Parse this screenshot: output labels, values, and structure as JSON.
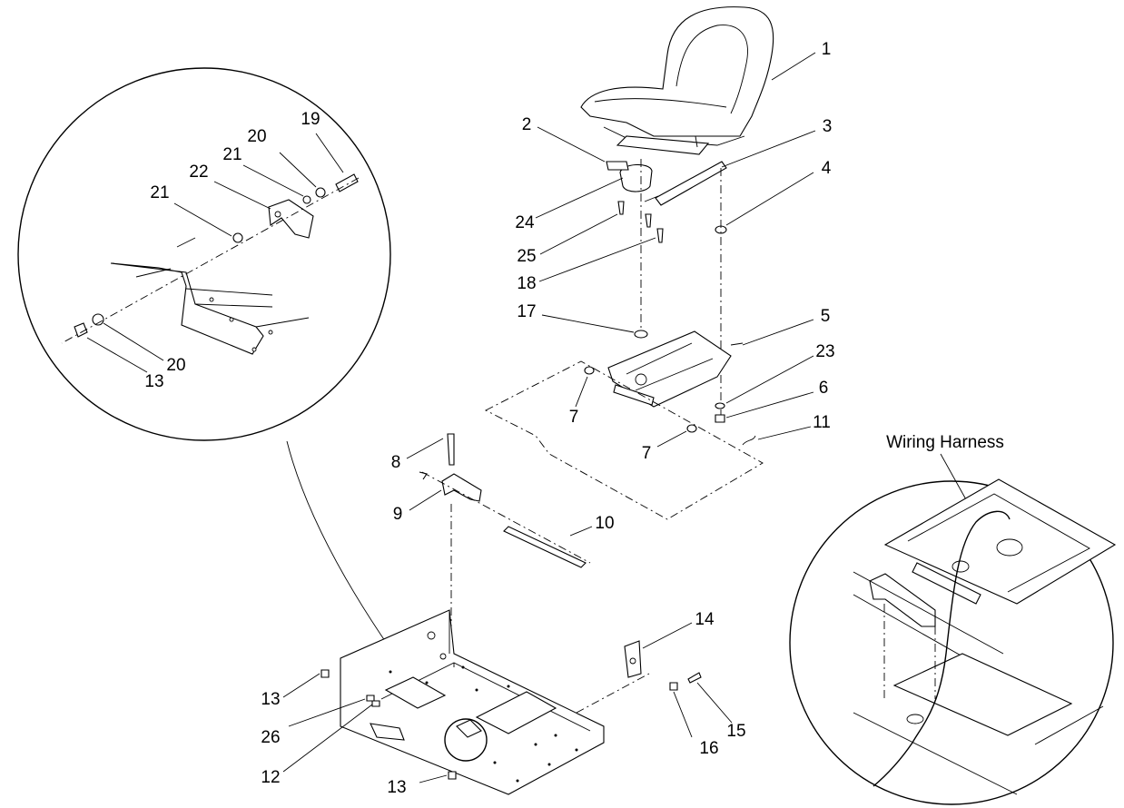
{
  "callouts": [
    {
      "id": "c1",
      "label": "1"
    },
    {
      "id": "c2",
      "label": "2"
    },
    {
      "id": "c3",
      "label": "3"
    },
    {
      "id": "c4",
      "label": "4"
    },
    {
      "id": "c24",
      "label": "24"
    },
    {
      "id": "c25",
      "label": "25"
    },
    {
      "id": "c18",
      "label": "18"
    },
    {
      "id": "c17",
      "label": "17"
    },
    {
      "id": "c5",
      "label": "5"
    },
    {
      "id": "c23",
      "label": "23"
    },
    {
      "id": "c6",
      "label": "6"
    },
    {
      "id": "c7a",
      "label": "7"
    },
    {
      "id": "c7b",
      "label": "7"
    },
    {
      "id": "c11",
      "label": "11"
    },
    {
      "id": "c8",
      "label": "8"
    },
    {
      "id": "c9",
      "label": "9"
    },
    {
      "id": "c10",
      "label": "10"
    },
    {
      "id": "c14",
      "label": "14"
    },
    {
      "id": "c13a",
      "label": "13"
    },
    {
      "id": "c26",
      "label": "26"
    },
    {
      "id": "c12",
      "label": "12"
    },
    {
      "id": "c13b",
      "label": "13"
    },
    {
      "id": "c16",
      "label": "16"
    },
    {
      "id": "c15",
      "label": "15"
    },
    {
      "id": "c19",
      "label": "19"
    },
    {
      "id": "c20a",
      "label": "20"
    },
    {
      "id": "c21a",
      "label": "21"
    },
    {
      "id": "c22",
      "label": "22"
    },
    {
      "id": "c21b",
      "label": "21"
    },
    {
      "id": "c20b",
      "label": "20"
    },
    {
      "id": "c13c",
      "label": "13"
    }
  ],
  "detail_right": {
    "caption": "Wiring Harness"
  }
}
